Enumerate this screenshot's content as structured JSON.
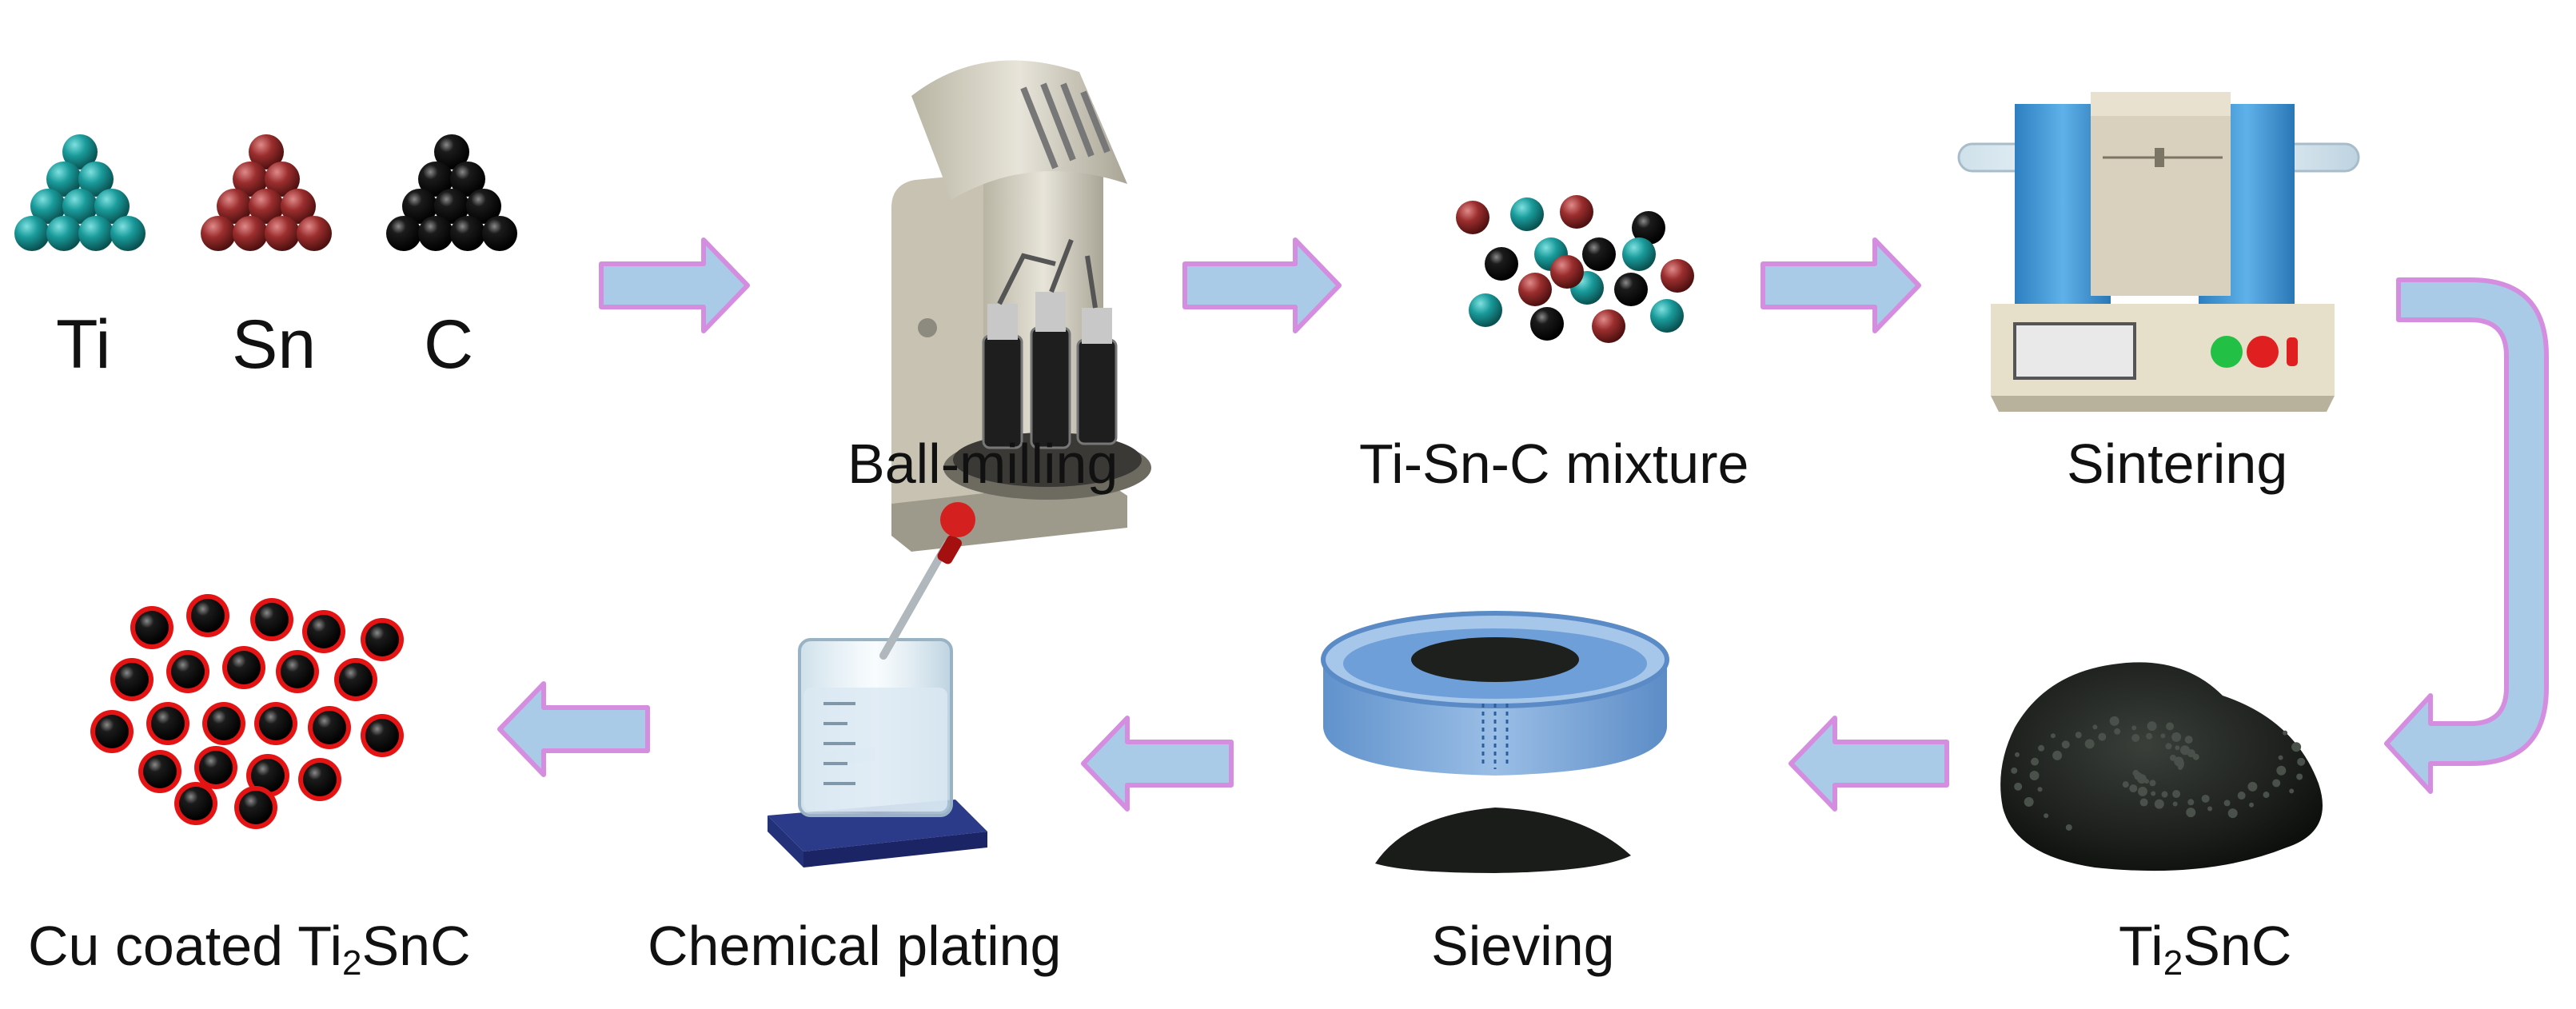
{
  "elements": [
    "Ti",
    "Sn",
    "C"
  ],
  "colors": {
    "ti": "#1a9b9b",
    "sn": "#9b2e2e",
    "carbon": "#0a0a0a",
    "arrow_fill": "#a9cbe8",
    "arrow_stroke": "#d58de0",
    "copper_shell": "#e41414"
  },
  "steps": {
    "ball_milling": "Ball-milling",
    "mixture": "Ti-Sn-C mixture",
    "sintering": "Sintering",
    "product": {
      "main": "Ti",
      "sub": "2",
      "tail": "SnC"
    },
    "sieving": "Sieving",
    "plating": "Chemical plating",
    "final": {
      "main": "Cu coated Ti",
      "sub": "2",
      "tail": "SnC"
    }
  },
  "icons": {
    "ball_mill": "planetary-ball-mill-icon",
    "furnace": "tube-furnace-icon",
    "powder": "black-powder-pile-icon",
    "sieve": "sieve-icon",
    "beaker": "beaker-stirrer-icon",
    "particles": "cu-coated-particle-icon"
  }
}
